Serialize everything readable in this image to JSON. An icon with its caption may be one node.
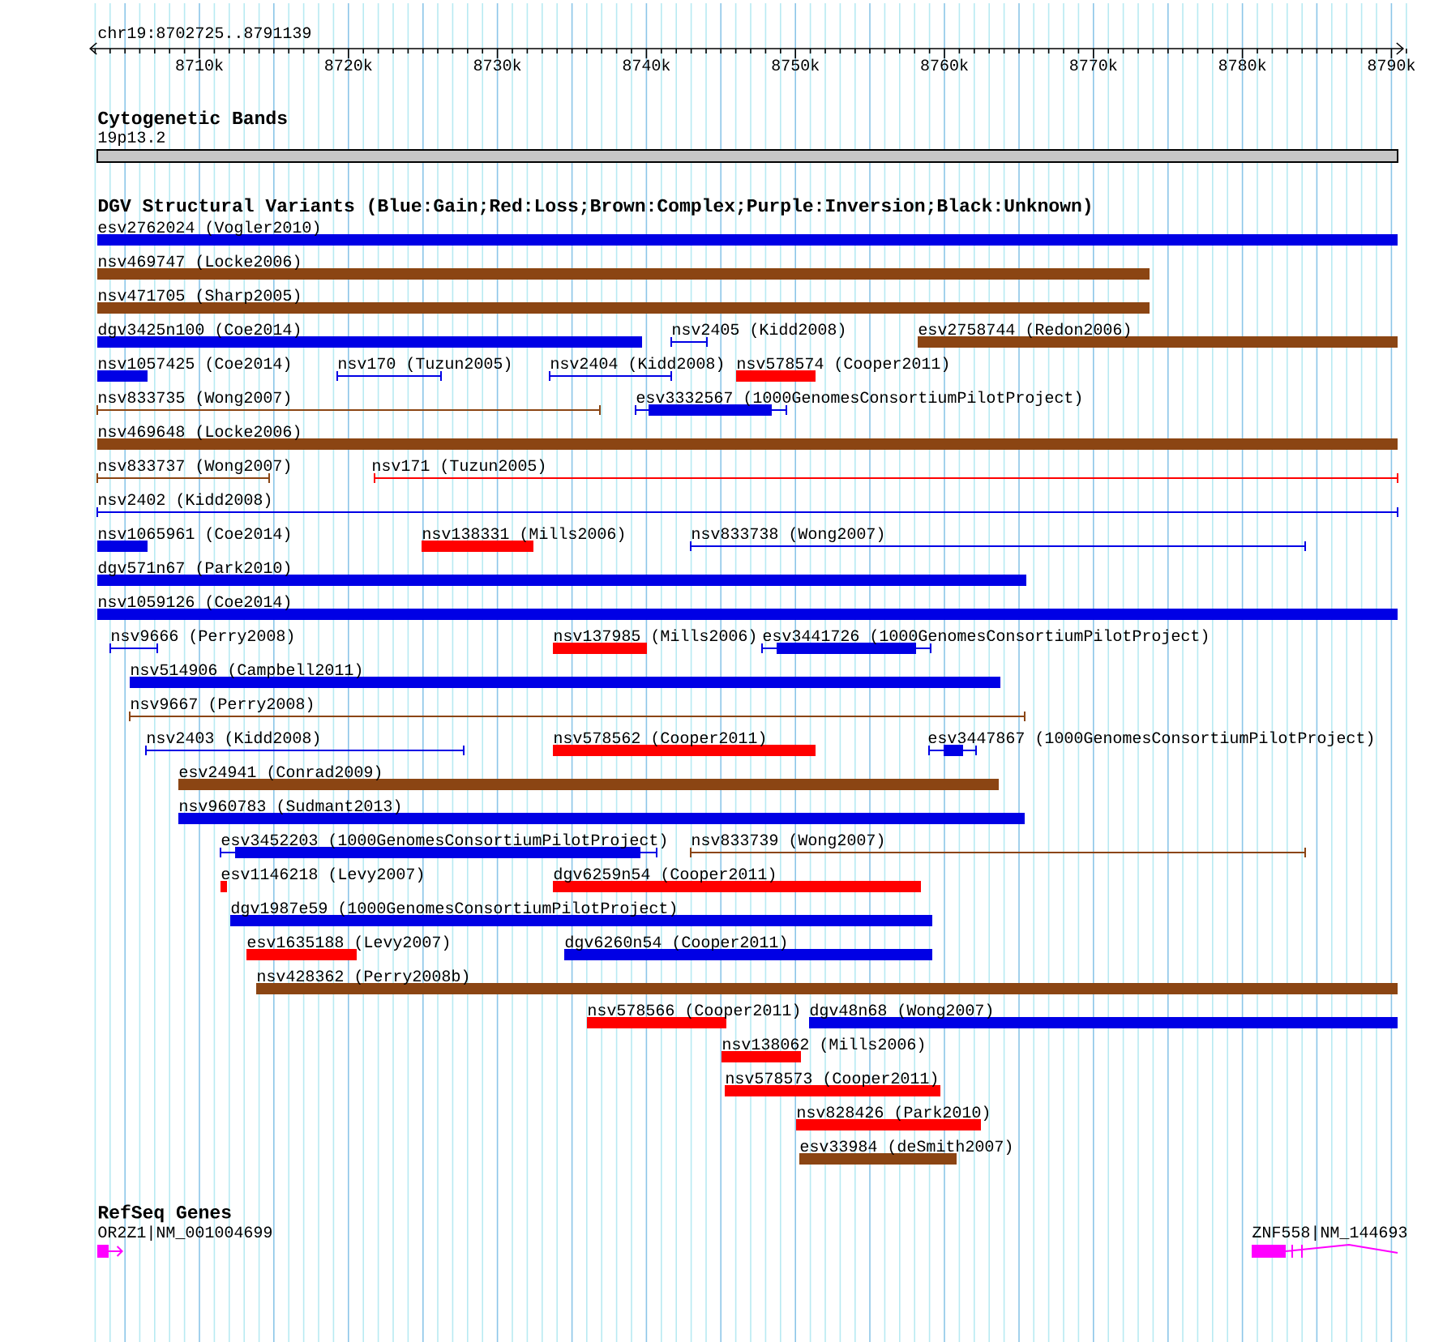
{
  "diagram": {
    "labels": [
      "chr19:8702725..8791139",
      "8710k",
      "8720k",
      "8730k",
      "8740k",
      "8750k",
      "8760k",
      "8770k",
      "8780k",
      "8790k",
      "Cytogenetic Bands",
      "19p13.2",
      "DGV Structural Variants (Blue:Gain;Red:Loss;Brown:Complex;Purple:Inversion;Black:Unknown)",
      "esv2762024 (Vogler2010)",
      "nsv469747 (Locke2006)",
      "nsv471705 (Sharp2005)",
      "dgv3425n100 (Coe2014)",
      "nsv2405 (Kidd2008)",
      "esv2758744 (Redon2006)",
      "nsv1057425 (Coe2014)",
      "nsv170 (Tuzun2005)",
      "nsv2404 (Kidd2008)",
      "nsv578574 (Cooper2011)",
      "nsv833735 (Wong2007)",
      "esv3332567 (1000GenomesConsortiumPilotProject)",
      "nsv469648 (Locke2006)",
      "nsv833737 (Wong2007)",
      "nsv171 (Tuzun2005)",
      "nsv2402 (Kidd2008)",
      "nsv1065961 (Coe2014)",
      "nsv138331 (Mills2006)",
      "nsv833738 (Wong2007)",
      "dgv571n67 (Park2010)",
      "nsv1059126 (Coe2014)",
      "nsv9666 (Perry2008)",
      "nsv137985 (Mills2006)",
      "esv3441726 (1000GenomesConsortiumPilotProject)",
      "nsv514906 (Campbell2011)",
      "nsv9667 (Perry2008)",
      "nsv2403 (Kidd2008)",
      "nsv578562 (Cooper2011)",
      "esv3447867 (1000GenomesConsortiumPilotProject)",
      "esv24941 (Conrad2009)",
      "nsv960783 (Sudmant2013)",
      "esv3452203 (1000GenomesConsortiumPilotProject)",
      "nsv833739 (Wong2007)",
      "esv1146218 (Levy2007)",
      "dgv6259n54 (Cooper2011)",
      "dgv1987e59 (1000GenomesConsortiumPilotProject)",
      "esv1635188 (Levy2007)",
      "dgv6260n54 (Cooper2011)",
      "nsv428362 (Perry2008b)",
      "nsv578566 (Cooper2011)",
      "dgv48n68 (Wong2007)",
      "nsv138062 (Mills2006)",
      "nsv578573 (Cooper2011)",
      "nsv828426 (Park2010)",
      "esv33984 (deSmith2007)",
      "RefSeq Genes",
      "OR2Z1|NM_001004699",
      "ZNF558|NM_144693"
    ]
  }
}
